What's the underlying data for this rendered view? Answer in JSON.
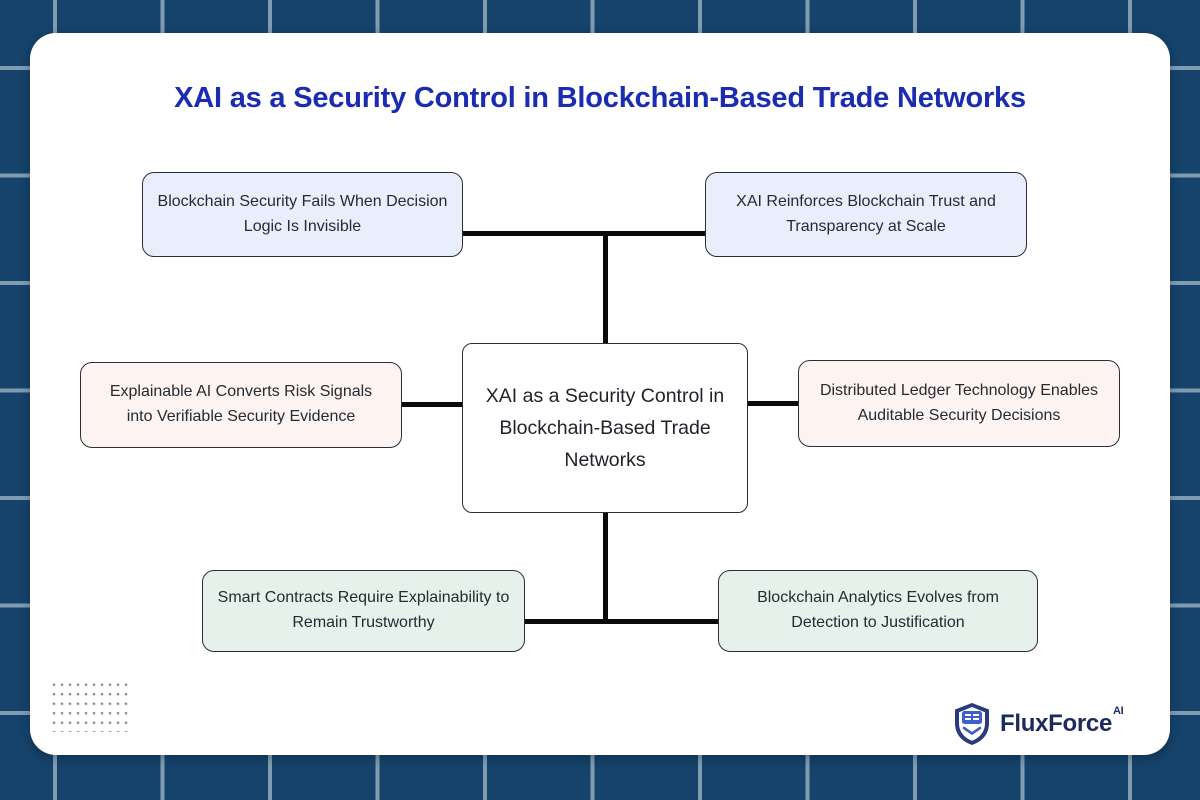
{
  "title": "XAI as a Security Control in Blockchain-Based Trade Networks",
  "diagram": {
    "center": {
      "label": "XAI as a Security Control in Blockchain-Based Trade Networks",
      "bg": "#ffffff"
    },
    "nodes": [
      {
        "id": "top-left",
        "label": "Blockchain Security Fails When Decision Logic Is Invisible",
        "bg": "#e9eefc"
      },
      {
        "id": "top-right",
        "label": "XAI Reinforces Blockchain Trust and Transparency at Scale",
        "bg": "#e7edfc"
      },
      {
        "id": "mid-left",
        "label": "Explainable AI Converts Risk Signals into Verifiable Security Evidence",
        "bg": "#fdf3f0"
      },
      {
        "id": "mid-right",
        "label": "Distributed Ledger Technology Enables Auditable Security Decisions",
        "bg": "#fdf3ef"
      },
      {
        "id": "bottom-left",
        "label": "Smart Contracts Require Explainability to Remain Trustworthy",
        "bg": "#e5f1ea"
      },
      {
        "id": "bottom-right",
        "label": "Blockchain Analytics Evolves from Detection to Justification",
        "bg": "#e5f1ea"
      }
    ]
  },
  "branding": {
    "name": "FluxForce",
    "suffix": "AI"
  },
  "colors": {
    "background": "#16436b",
    "grid_line": "#7f9cb1",
    "card": "#ffffff",
    "title": "#1a2cb1",
    "node_border": "#2b2f38",
    "connector": "#0a0a0a",
    "brand_navy": "#1e2a5e",
    "brand_blue": "#3f5ec9"
  }
}
